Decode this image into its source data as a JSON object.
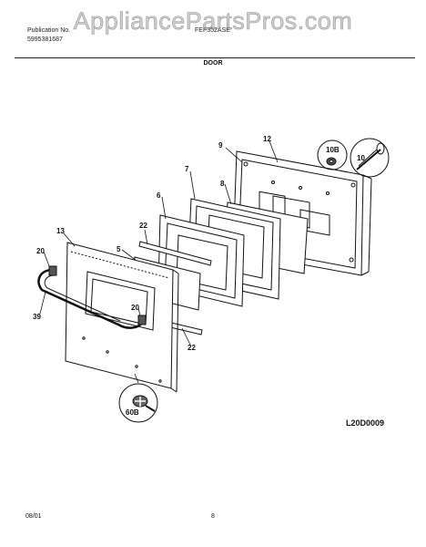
{
  "watermark": "AppliancePartsPros.com",
  "header": {
    "publication_label": "Publication No.",
    "publication_number": "5995381687",
    "model_number": "FEF352ASE",
    "section_title": "DOOR"
  },
  "callouts": {
    "c9": "9",
    "c12": "12",
    "c10B": "10B",
    "c10": "10",
    "c7": "7",
    "c8": "8",
    "c6": "6",
    "c22a": "22",
    "c13": "13",
    "c5": "5",
    "c20a": "20",
    "c39": "39",
    "c20b": "20",
    "c22b": "22",
    "c60B": "60B"
  },
  "diagram_code": "L20D0009",
  "footer": {
    "date": "08/01",
    "page": "8"
  }
}
